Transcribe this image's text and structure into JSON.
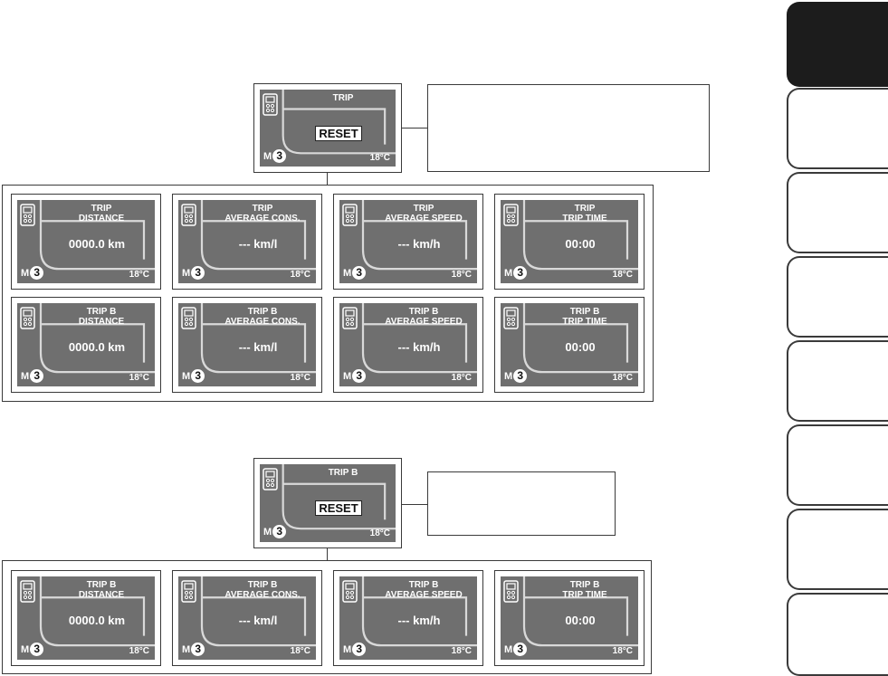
{
  "mode_letter": "M",
  "mode_number": "3",
  "temperature": "18°C",
  "top_trip": {
    "title": "TRIP",
    "value": "RESET"
  },
  "trip_a": [
    {
      "line1": "TRIP",
      "line2": "DISTANCE",
      "value": "0000.0 km"
    },
    {
      "line1": "TRIP",
      "line2": "AVERAGE CONS.",
      "value": "--- km/l"
    },
    {
      "line1": "TRIP",
      "line2": "AVERAGE SPEED",
      "value": "--- km/h"
    },
    {
      "line1": "TRIP",
      "line2": "TRIP TIME",
      "value": "00:00"
    }
  ],
  "trip_b_first": [
    {
      "line1": "TRIP B",
      "line2": "DISTANCE",
      "value": "0000.0 km"
    },
    {
      "line1": "TRIP B",
      "line2": "AVERAGE CONS.",
      "value": "--- km/l"
    },
    {
      "line1": "TRIP B",
      "line2": "AVERAGE SPEED",
      "value": "--- km/h"
    },
    {
      "line1": "TRIP B",
      "line2": "TRIP TIME",
      "value": "00:00"
    }
  ],
  "top_trip_b": {
    "title": "TRIP B",
    "value": "RESET"
  },
  "trip_b_second": [
    {
      "line1": "TRIP B",
      "line2": "DISTANCE",
      "value": "0000.0 km"
    },
    {
      "line1": "TRIP B",
      "line2": "AVERAGE CONS.",
      "value": "--- km/l"
    },
    {
      "line1": "TRIP B",
      "line2": "AVERAGE SPEED",
      "value": "--- km/h"
    },
    {
      "line1": "TRIP B",
      "line2": "TRIP TIME",
      "value": "00:00"
    }
  ],
  "colors": {
    "lcd_background": "#6f6f6f",
    "lcd_text": "#ffffff",
    "frame_line": "#3a3a3a",
    "active_tab": "#1c1c1c"
  },
  "icons": [
    "device-icon",
    "mode-circle-icon"
  ],
  "side_tabs_count": 8
}
